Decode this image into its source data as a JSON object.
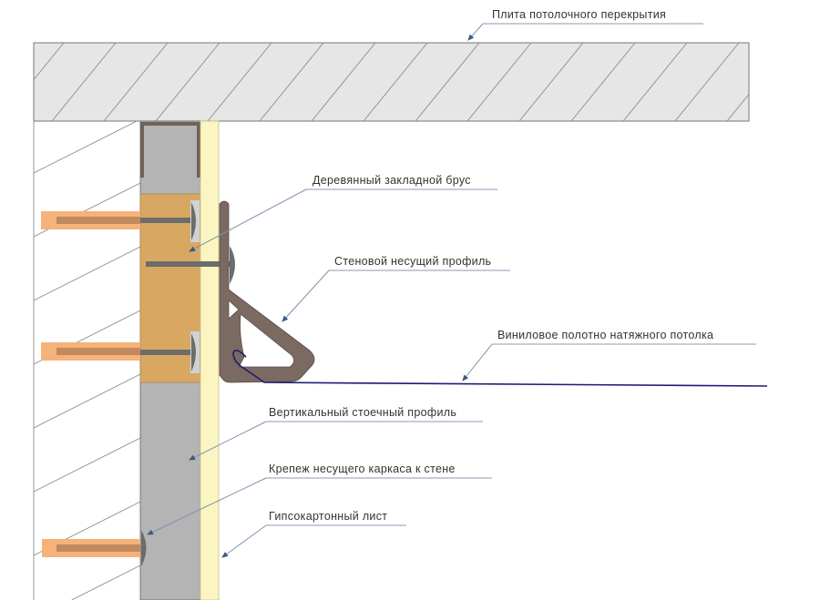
{
  "title": "Крепление натяжного потолка к стене с гипсокартоном",
  "labels": {
    "slab": "Плита потолочного перекрытия",
    "wood_beam": "Деревянный закладной брус",
    "wall_profile": "Стеновой несущий профиль",
    "vinyl": "Виниловое полотно натяжного потолка",
    "stud_profile": "Вертикальный стоечный профиль",
    "fastener": "Крепеж несущего каркаса к стене",
    "drywall": "Гипсокартонный лист"
  },
  "colors": {
    "slab": "#e6e6e6",
    "stud": "#b4b4b4",
    "wood": "#d8a862",
    "drywall": "#fbf5c2",
    "profile": "#7a6a61",
    "dowel": "#f5b27a",
    "vinyl": "#1c1c72"
  }
}
